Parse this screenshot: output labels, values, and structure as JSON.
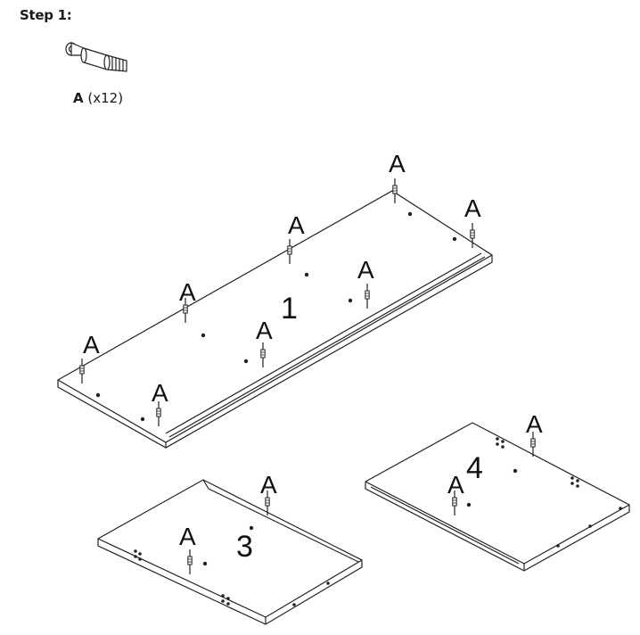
{
  "step": {
    "title": "Step 1:"
  },
  "part": {
    "letter": "A",
    "qty": " (x12)"
  },
  "panels": [
    {
      "number": "1"
    },
    {
      "number": "3"
    },
    {
      "number": "4"
    }
  ],
  "callouts": [
    "A",
    "A",
    "A",
    "A",
    "A",
    "A",
    "A",
    "A",
    "A",
    "A",
    "A",
    "A"
  ]
}
